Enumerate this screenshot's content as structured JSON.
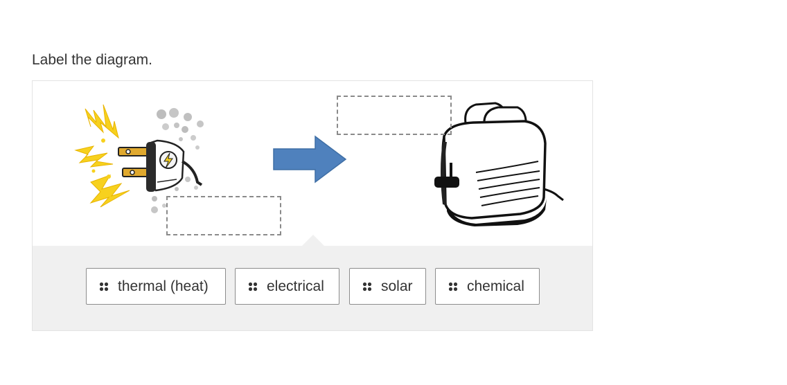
{
  "instruction": "Label the diagram.",
  "diagram": {
    "source_image": "electric-plug-icon",
    "arrow": "right-arrow-icon",
    "target_image": "toaster-icon",
    "arrow_color": "#4f81bd",
    "spark_color": "#f7d11e"
  },
  "drop_zones": [
    {
      "value": ""
    },
    {
      "value": ""
    }
  ],
  "labels": [
    {
      "text": "thermal (heat)"
    },
    {
      "text": "electrical"
    },
    {
      "text": "solar"
    },
    {
      "text": "chemical"
    }
  ]
}
